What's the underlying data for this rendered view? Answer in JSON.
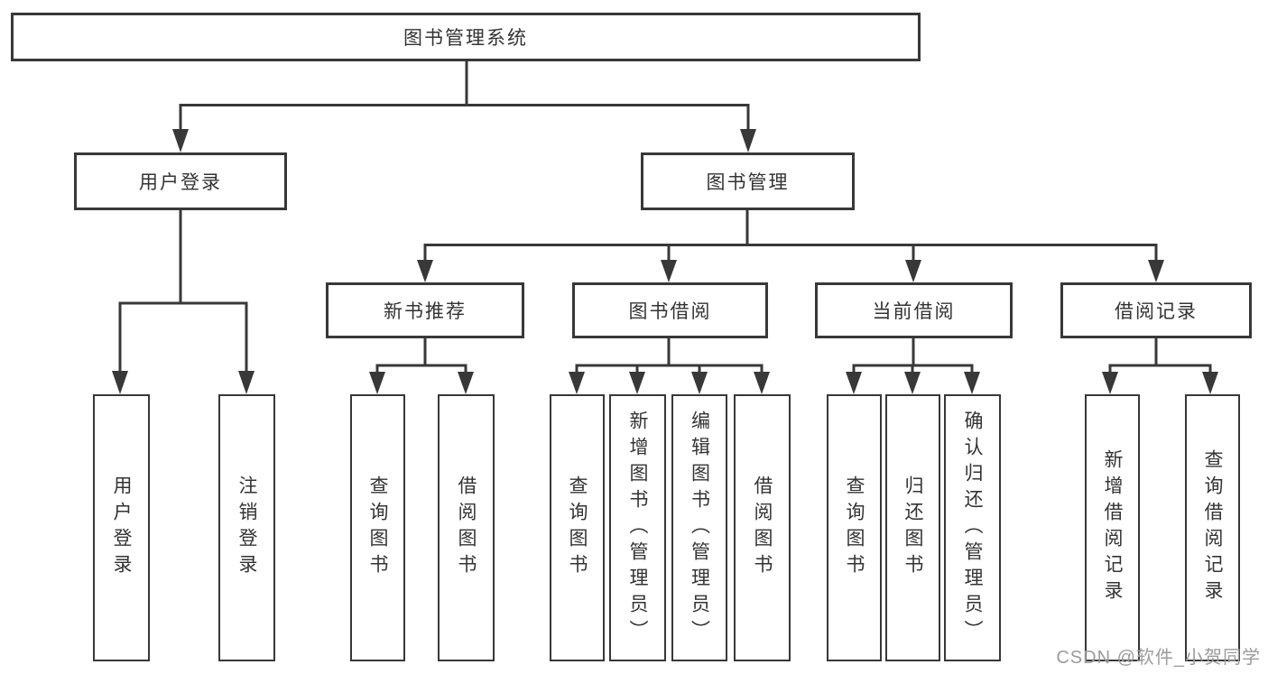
{
  "diagram": {
    "root": {
      "label": "图书管理系统"
    },
    "level2": [
      {
        "label": "用户登录"
      },
      {
        "label": "图书管理"
      }
    ],
    "level3": [
      {
        "label": "新书推荐"
      },
      {
        "label": "图书借阅"
      },
      {
        "label": "当前借阅"
      },
      {
        "label": "借阅记录"
      }
    ],
    "leaves": [
      {
        "label": "用户登录"
      },
      {
        "label": "注销登录"
      },
      {
        "label": "查询图书"
      },
      {
        "label": "借阅图书"
      },
      {
        "label": "查询图书"
      },
      {
        "label": "新增图书（管理员）"
      },
      {
        "label": "编辑图书（管理员）"
      },
      {
        "label": "借阅图书"
      },
      {
        "label": "查询图书"
      },
      {
        "label": "归还图书"
      },
      {
        "label": "确认归还（管理员）"
      },
      {
        "label": "新增借阅记录"
      },
      {
        "label": "查询借阅记录"
      }
    ],
    "colors": {
      "line": "#383838",
      "text": "#333333",
      "box_background": "#ffffff",
      "watermark": "#9b9b9b"
    }
  },
  "watermark": {
    "text": "CSDN @软件_小贺同学"
  }
}
